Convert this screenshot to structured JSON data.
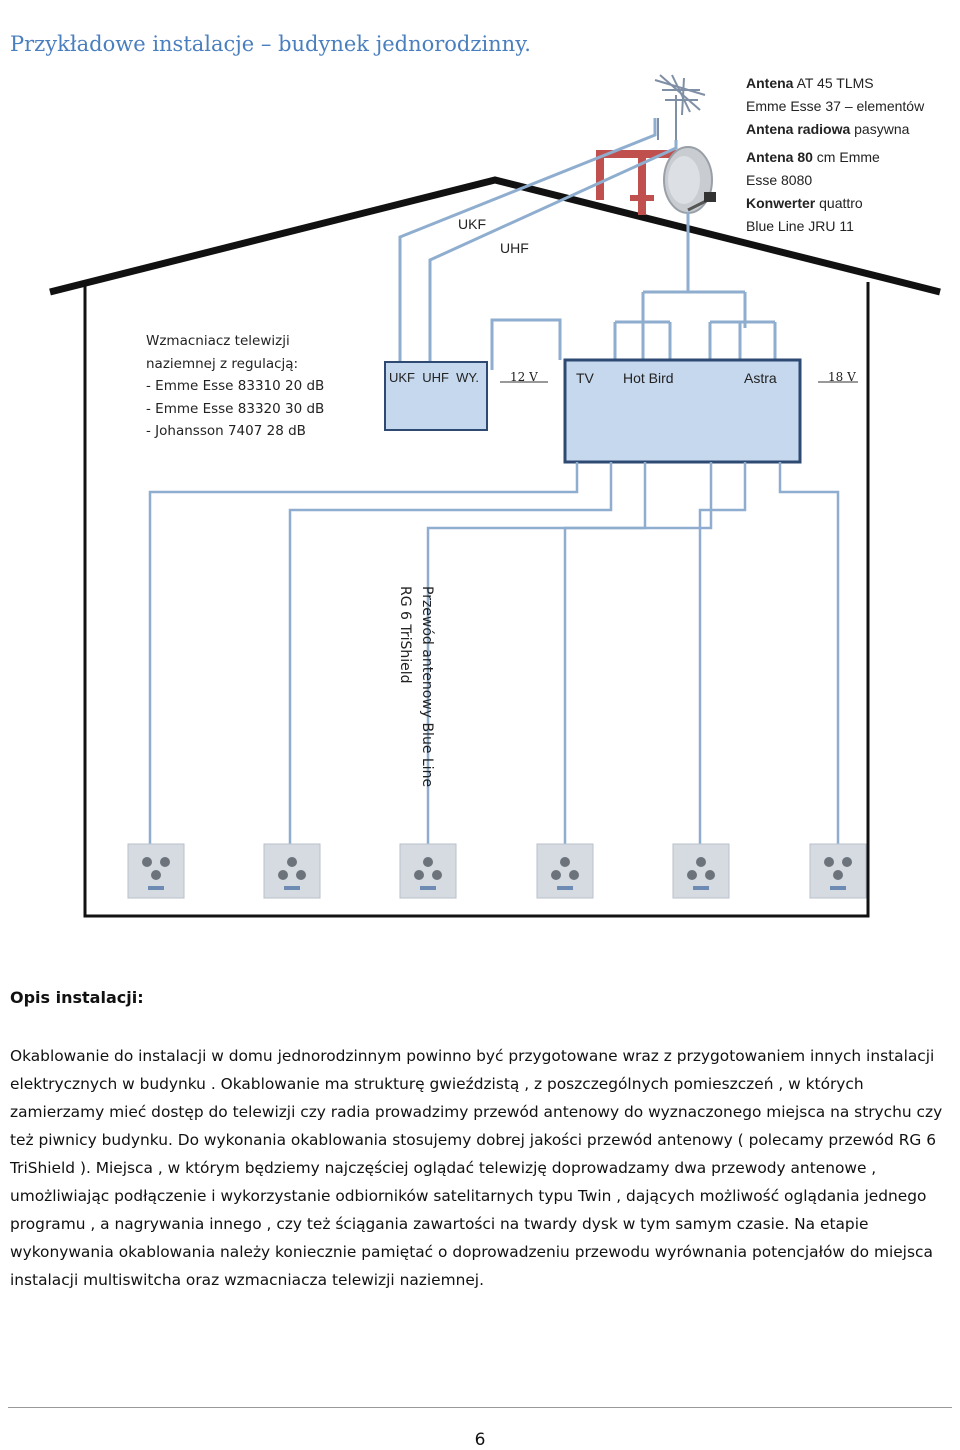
{
  "page": {
    "title": "Przykładowe instalacje – budynek jednorodzinny.",
    "page_number": "6"
  },
  "antenna_notes": {
    "line1_bold": "Antena",
    "line1_rest": " AT 45 TLMS",
    "line2": "Emme Esse 37 – elementów",
    "line3_bold": "Antena radiowa",
    "line3_rest": " pasywna",
    "line4_bold": "Antena 80",
    "line4_rest": " cm Emme",
    "line5": "Esse 8080",
    "line6_bold": "Konwerter",
    "line6_rest": " quattro",
    "line7": "Blue Line JRU 11"
  },
  "diagram": {
    "ukf_label": "UKF",
    "uhf_label": "UHF",
    "amplifier_desc": [
      "Wzmacniacz telewizji",
      "naziemnej z regulacją:",
      "- Emme Esse 83310 20 dB",
      "- Emme Esse 83320 30 dB",
      "- Johansson 7407 28 dB"
    ],
    "amp_box_labels": "UKF  UHF  WY.",
    "volt_12": "12 V",
    "volt_18": "18 V",
    "multiswitch_tv": "TV",
    "multiswitch_hotbird": "Hot Bird",
    "multiswitch_astra": "Astra",
    "cable_label_line1": "Przewód antenowy Blue Line",
    "cable_label_line2": "RG 6 TriShield",
    "outlet_count": 6
  },
  "description": {
    "heading": "Opis instalacji:",
    "text": "Okablowanie do instalacji w domu jednorodzinnym powinno być przygotowane wraz z przygotowaniem innych instalacji elektrycznych w budynku . Okablowanie ma strukturę gwieździstą , z poszczególnych pomieszczeń , w których zamierzamy mieć dostęp do telewizji czy radia prowadzimy przewód antenowy do wyznaczonego miejsca na strychu czy też piwnicy budynku. Do wykonania okablowania stosujemy dobrej jakości przewód antenowy ( polecamy przewód RG 6 TriShield ). Miejsca , w którym będziemy najczęściej oglądać telewizję doprowadzamy dwa przewody antenowe , umożliwiając podłączenie i wykorzystanie odbiorników satelitarnych typu Twin , dających możliwość oglądania jednego programu , a nagrywania innego , czy też ściągania zawartości na twardy dysk w tym samym czasie. Na etapie wykonywania okablowania należy koniecznie pamiętać o doprowadzeniu przewodu wyrównania potencjałów do miejsca instalacji multiswitcha oraz wzmacniacza telewizji naziemnej."
  },
  "colors": {
    "title": "#4a7fbf",
    "wire": "#8faecf",
    "box_fill": "#c5d8ee",
    "box_stroke": "#2e4a73",
    "house": "#111111",
    "mast": "#c0504d"
  }
}
